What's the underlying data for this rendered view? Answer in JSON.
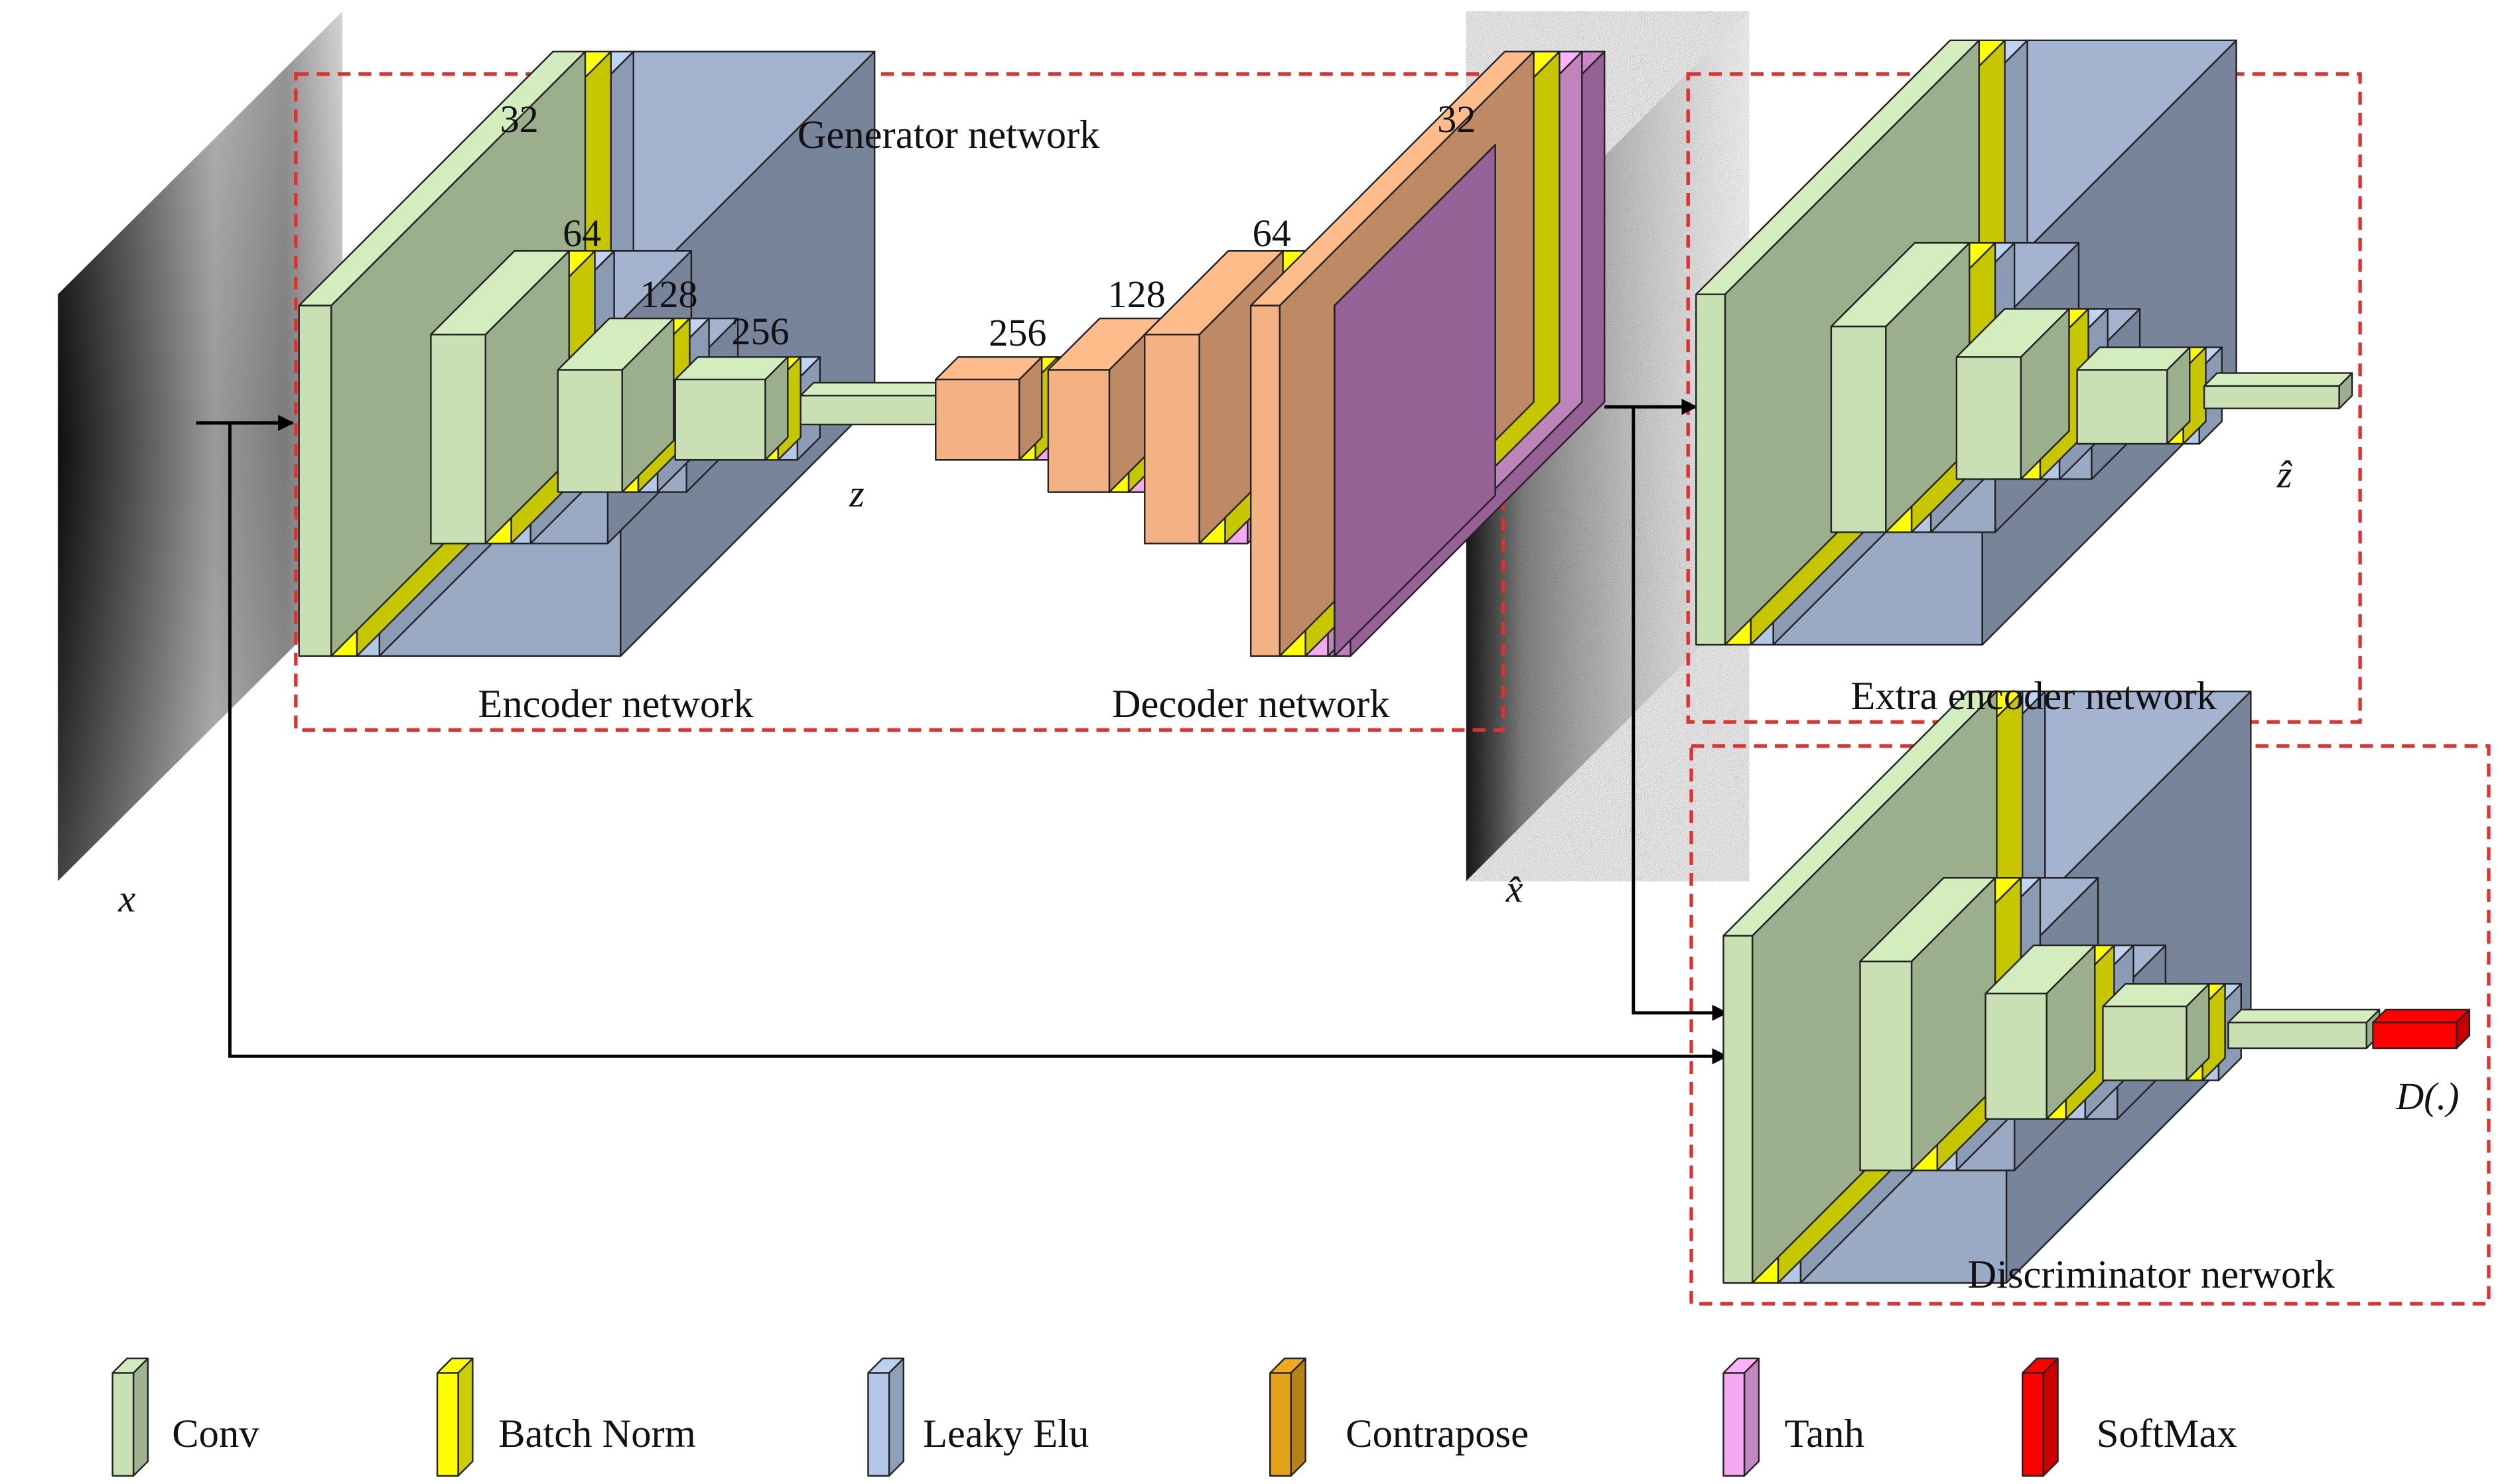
{
  "boxes": {
    "generator": "Generator network",
    "encoder": "Encoder network",
    "decoder": "Decoder network",
    "extra_encoder": "Extra encoder network",
    "discriminator": "Discriminator nerwork"
  },
  "encoder_channels": [
    "32",
    "64",
    "128",
    "256"
  ],
  "decoder_channels": [
    "256",
    "128",
    "64",
    "32"
  ],
  "symbols": {
    "input": "x",
    "latent": "z",
    "reconstruction": "x̂",
    "latent_hat": "ẑ",
    "disc_output": "D(.)"
  },
  "legend": [
    {
      "label": "Conv",
      "color": "#c8e0b4"
    },
    {
      "label": "Batch Norm",
      "color": "#ffff00"
    },
    {
      "label": "Leaky Elu",
      "color": "#b4c7e7"
    },
    {
      "label": "Contrapose",
      "color": "#e3a21a"
    },
    {
      "label": "Tanh",
      "color": "#f4a9f0"
    },
    {
      "label": "SoftMax",
      "color": "#ff0000"
    }
  ],
  "colors": {
    "conv": "#c8e0b4",
    "batch_norm": "#ffff00",
    "leaky_elu": "#b4c7e7",
    "contrapose": "#f4b183",
    "tanh": "#f4a9f0",
    "tanh_big": "#c07ec0",
    "body": "#9aa9c4",
    "softmax": "#ff0000",
    "dash": "#e03030"
  }
}
